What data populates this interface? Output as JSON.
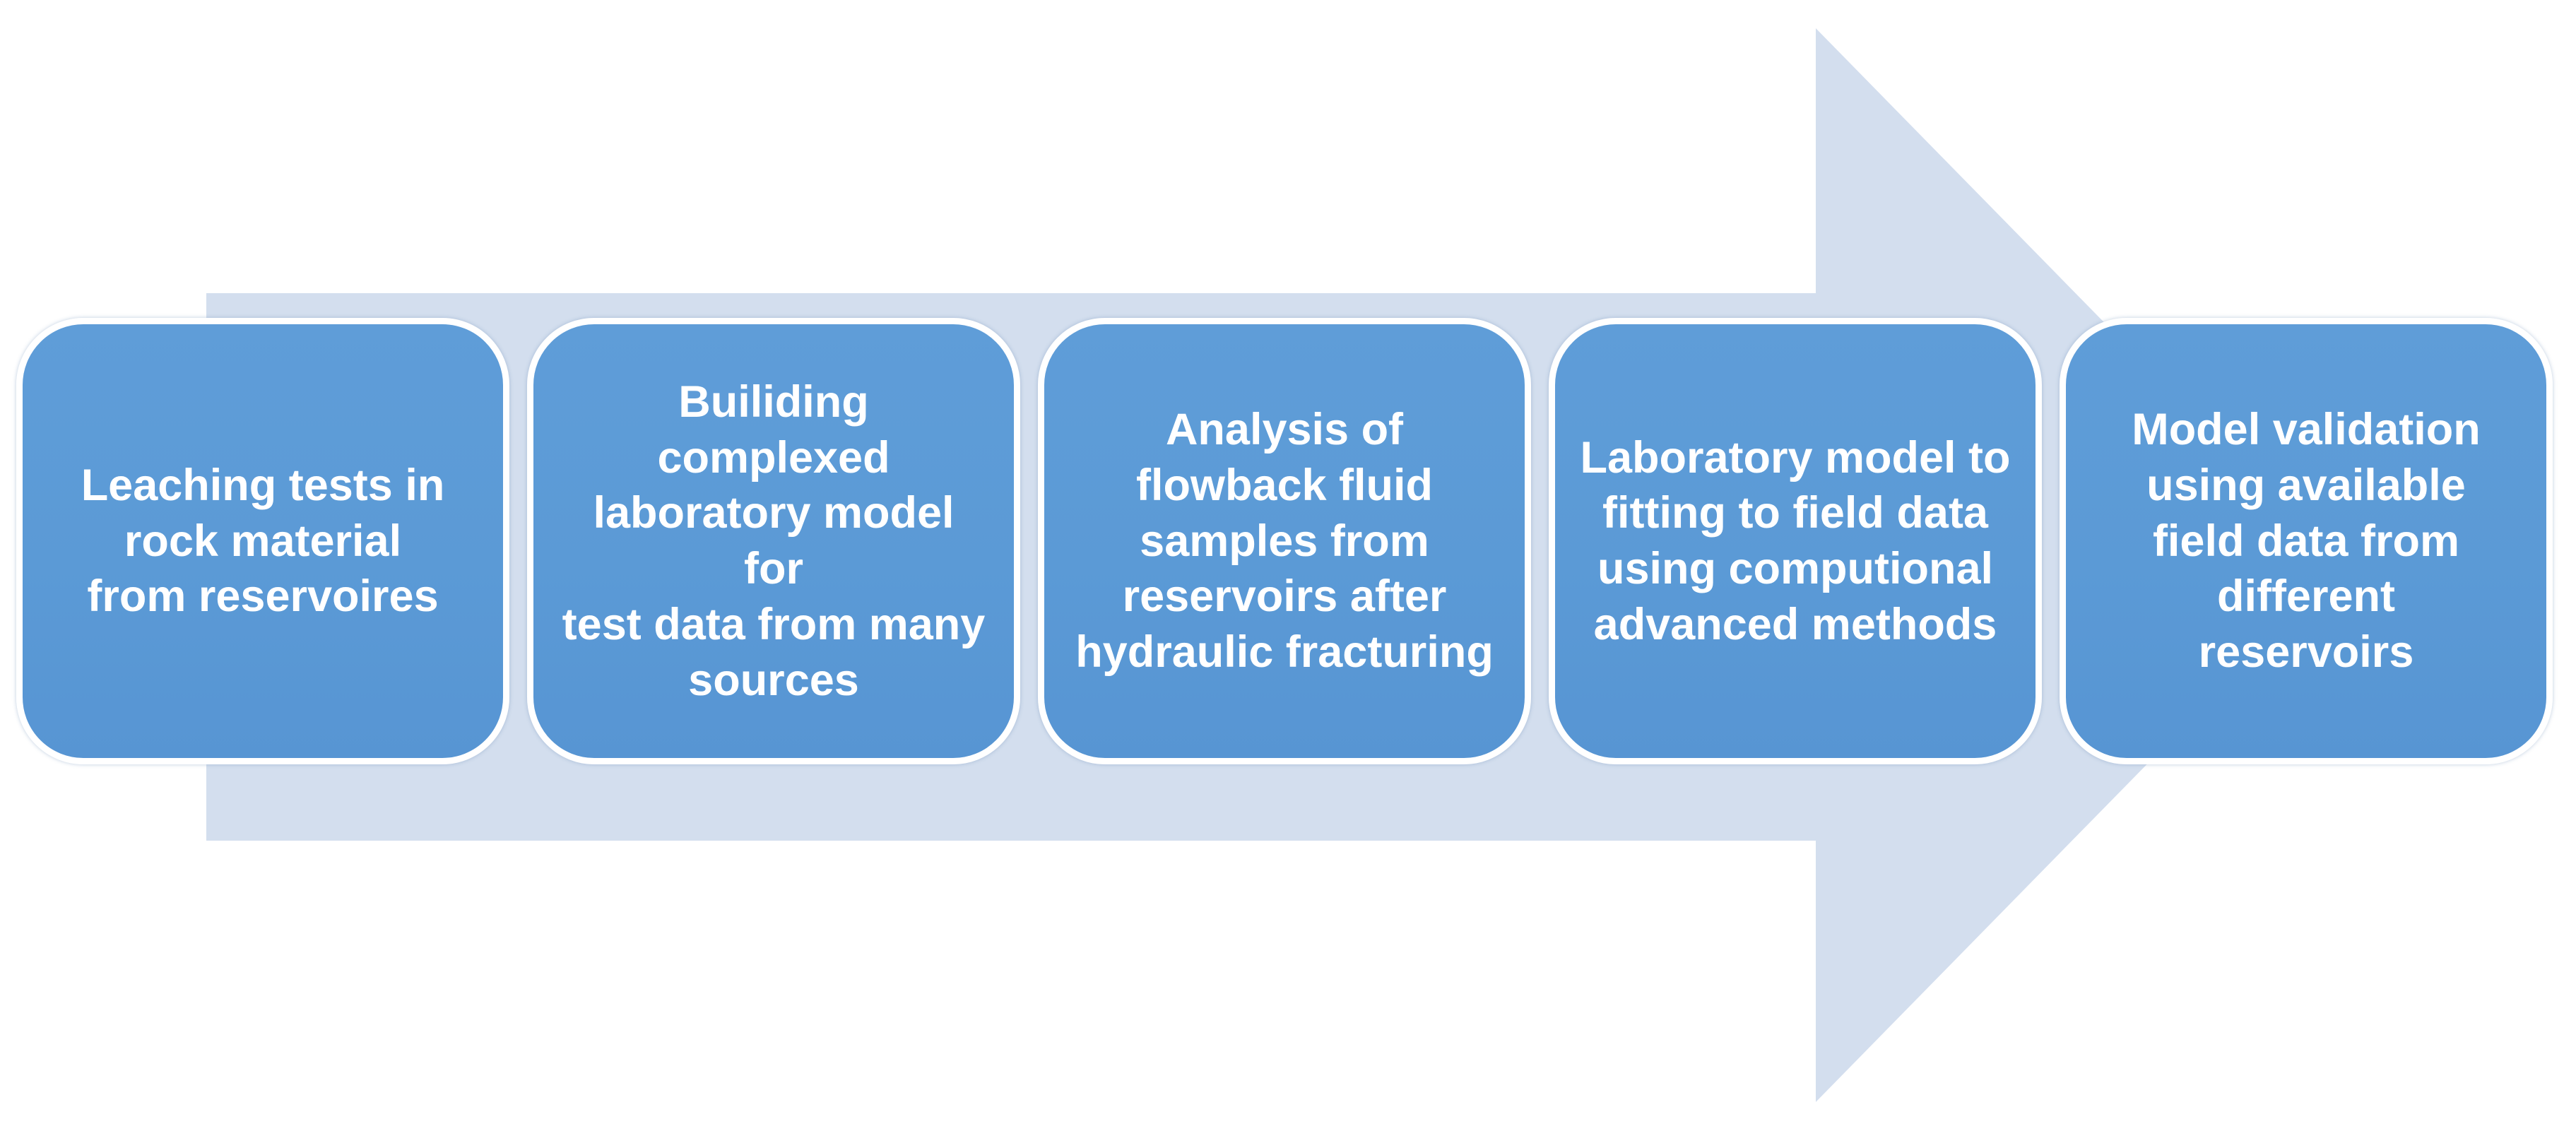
{
  "diagram": {
    "type": "horizontal-process-arrow",
    "direction": "right",
    "colors": {
      "arrow_fill": "#d3deee",
      "box_fill": "#5b9ad6",
      "box_border": "#ffffff",
      "text": "#ffffff"
    },
    "steps": [
      {
        "label": "Leaching tests in\nrock material\nfrom reservoires"
      },
      {
        "label": "Builiding complexed\nlaboratory model for\ntest data from many\nsources"
      },
      {
        "label": "Analysis of\nflowback fluid\nsamples from\nreservoirs after\nhydraulic fracturing"
      },
      {
        "label": "Laboratory model to\nfitting to field data\nusing computional\nadvanced methods"
      },
      {
        "label": "Model validation\nusing available\nfield data from\ndifferent\nreservoirs"
      }
    ]
  }
}
